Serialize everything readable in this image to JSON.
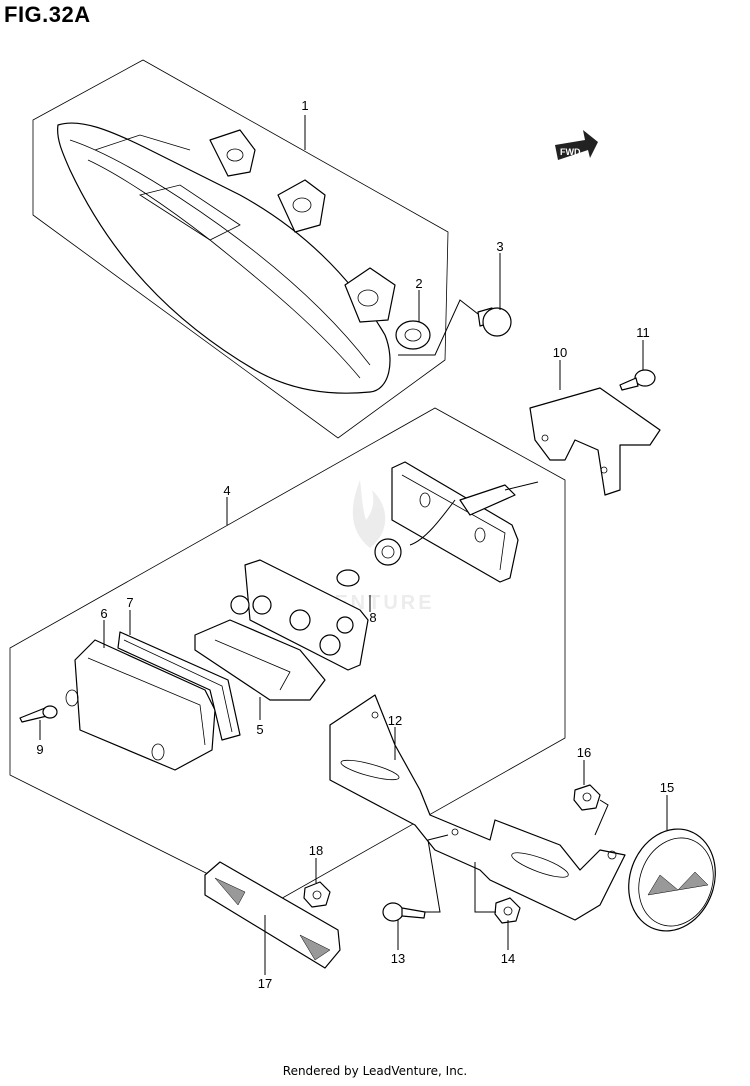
{
  "figure_title": "FIG.32A",
  "footer": "Rendered by LeadVenture, Inc.",
  "watermark": "VENTURE",
  "fwd_label": "FWD",
  "callouts": [
    "1",
    "2",
    "3",
    "4",
    "5",
    "6",
    "7",
    "8",
    "9",
    "10",
    "11",
    "12",
    "13",
    "14",
    "15",
    "16",
    "17",
    "18"
  ]
}
